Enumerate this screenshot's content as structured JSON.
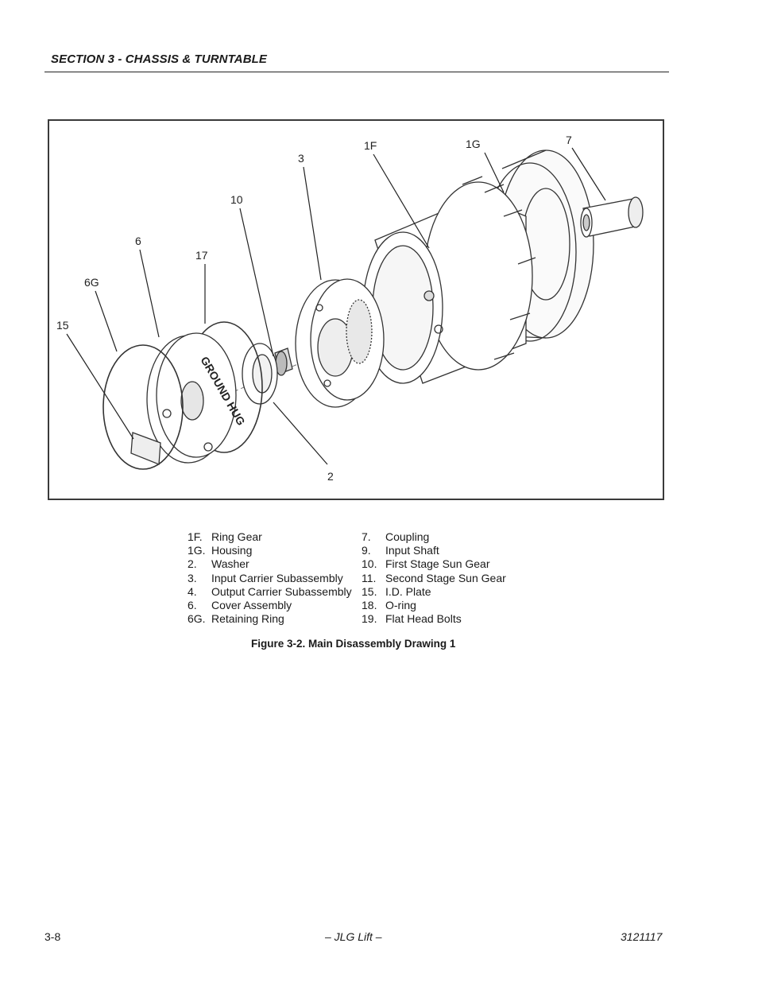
{
  "header": {
    "section_title": "SECTION 3 - CHASSIS & TURNTABLE"
  },
  "figure": {
    "callouts": {
      "c1F": "1F",
      "c1G": "1G",
      "c7": "7",
      "c3": "3",
      "c10": "10",
      "c6": "6",
      "c17": "17",
      "c6G": "6G",
      "c15": "15",
      "c2": "2"
    },
    "cover_text": "GROUND HUG"
  },
  "legend": {
    "left": [
      {
        "num": "1F.",
        "label": "Ring Gear"
      },
      {
        "num": "1G.",
        "label": "Housing"
      },
      {
        "num": "2.",
        "label": "Washer"
      },
      {
        "num": "3.",
        "label": "Input Carrier Subassembly"
      },
      {
        "num": "4.",
        "label": "Output Carrier Subassembly"
      },
      {
        "num": "6.",
        "label": "Cover Assembly"
      },
      {
        "num": "6G.",
        "label": "Retaining Ring"
      }
    ],
    "right": [
      {
        "num": "7.",
        "label": "Coupling"
      },
      {
        "num": "9.",
        "label": "Input Shaft"
      },
      {
        "num": "10.",
        "label": "First Stage Sun Gear"
      },
      {
        "num": "11.",
        "label": "Second Stage Sun Gear"
      },
      {
        "num": "15.",
        "label": "I.D. Plate"
      },
      {
        "num": "18.",
        "label": "O-ring"
      },
      {
        "num": "19.",
        "label": "Flat Head Bolts"
      }
    ]
  },
  "caption": "Figure 3-2.  Main Disassembly Drawing 1",
  "footer": {
    "page_number": "3-8",
    "center": "– JLG Lift –",
    "doc_number": "3121117"
  }
}
